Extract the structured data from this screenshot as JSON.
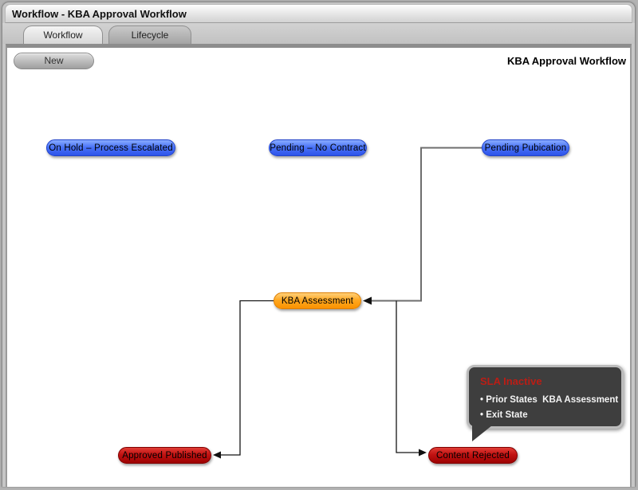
{
  "window": {
    "title": "Workflow - KBA Approval Workflow"
  },
  "tabs": [
    {
      "label": "Workflow",
      "active": true
    },
    {
      "label": "Lifecycle",
      "active": false
    }
  ],
  "toolbar": {
    "new_label": "New"
  },
  "diagram": {
    "heading": "KBA Approval Workflow",
    "nodes": [
      {
        "id": "on-hold-process-escalated",
        "label": "On Hold – Process Escalated",
        "color": "#2d53ea"
      },
      {
        "id": "pending-no-contract",
        "label": "Pending – No Contract",
        "color": "#2d53ea"
      },
      {
        "id": "pending-pubication",
        "label": "Pending Pubication",
        "color": "#2d53ea"
      },
      {
        "id": "kba-assessment",
        "label": "KBA Assessment",
        "color": "#fb9200"
      },
      {
        "id": "approved-published",
        "label": "Approved Published",
        "color": "#c11212"
      },
      {
        "id": "content-rejected",
        "label": "Content Rejected",
        "color": "#c11212"
      }
    ],
    "edges": [
      {
        "from": "pending-pubication",
        "to": "kba-assessment"
      },
      {
        "from": "kba-assessment",
        "to": "approved-published"
      },
      {
        "from": "kba-assessment",
        "to": "content-rejected"
      }
    ]
  },
  "tooltip": {
    "title": "SLA Inactive",
    "title_color": "#bb1d15",
    "items": [
      "• Prior States  KBA Assessment",
      "• Exit State"
    ]
  }
}
